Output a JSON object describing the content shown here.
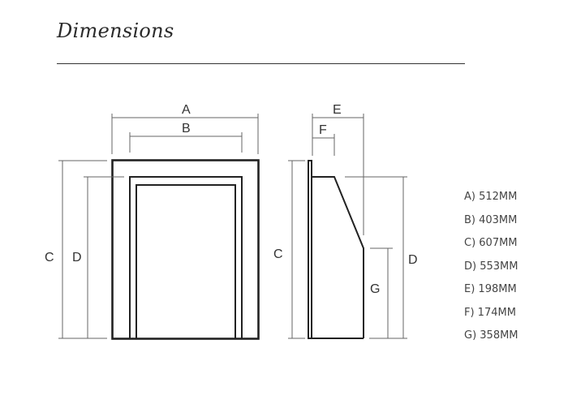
{
  "title": "Dimensions",
  "front_view": {
    "labels": {
      "A": "A",
      "B": "B",
      "C": "C",
      "D": "D"
    }
  },
  "side_view": {
    "labels": {
      "E": "E",
      "F": "F",
      "C": "C",
      "D": "D",
      "G": "G"
    }
  },
  "legend": [
    "A) 512MM",
    "B) 403MM",
    "C) 607MM",
    "D) 553MM",
    "E) 198MM",
    "F) 174MM",
    "G) 358MM"
  ]
}
